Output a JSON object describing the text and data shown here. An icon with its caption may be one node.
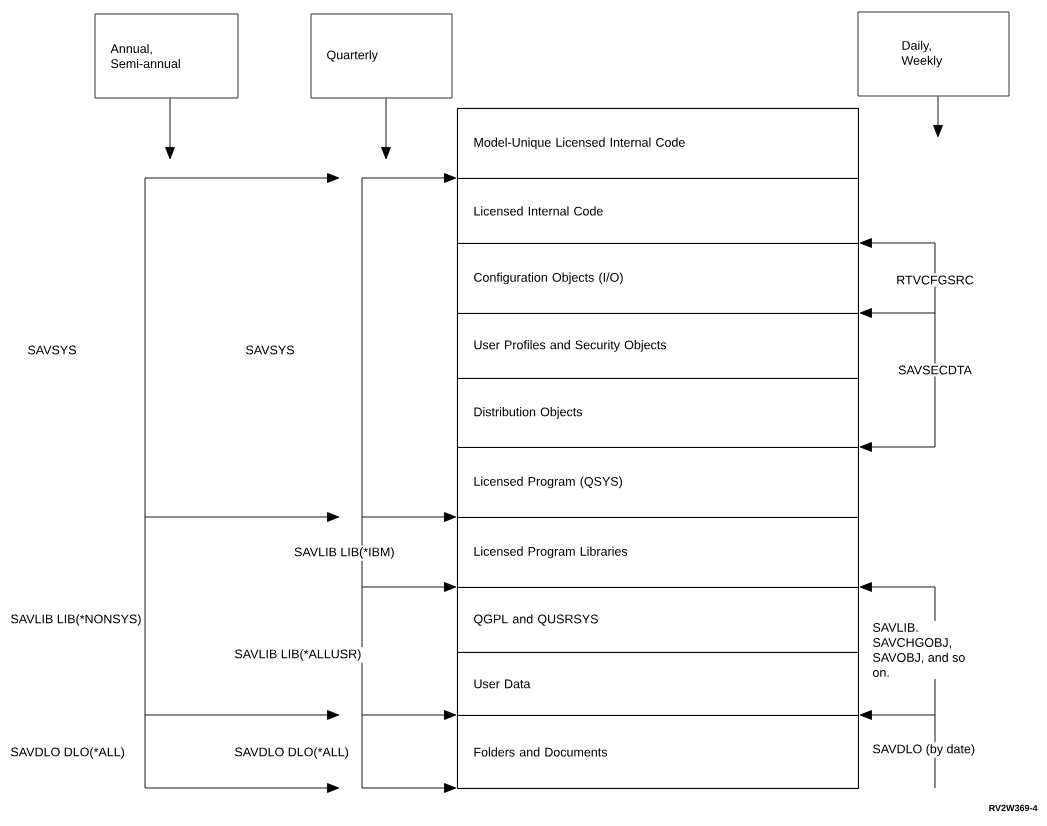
{
  "diagram": {
    "nodes": [
      {
        "text": [
          "Annual, Semi-annual"
        ]
      },
      {
        "text": [
          "Quarterly"
        ]
      },
      {
        "text": [
          "Daily, Weekly"
        ]
      },
      {
        "text": [],
        "shape": "box"
      },
      {
        "text": [
          "Model-Unique Licensed Internal Code"
        ],
        "in": 3
      },
      {
        "text": [
          "Licensed Internal Code"
        ],
        "in": 3
      },
      {
        "text": [
          "Configuration Objects (I/O)"
        ],
        "in": 3
      },
      {
        "text": [
          "User Profiles and Security Objects"
        ],
        "in": 3
      },
      {
        "text": [
          "Distribution Objects"
        ],
        "in": 3
      },
      {
        "text": [
          "Licensed Program (QSYS)"
        ],
        "in": 3
      },
      {
        "text": [
          "Licensed Program Libraries"
        ],
        "in": 3
      },
      {
        "text": [
          "QGPL and QUSRSYS"
        ],
        "in": 3
      },
      {
        "text": [
          "User Data"
        ],
        "in": 3
      },
      {
        "text": [
          "Folders and Documents"
        ],
        "in": 3
      }
    ],
    "edges": [
      {
        "from": 0,
        "to": null,
        "arrow": "to"
      },
      {
        "from": 1,
        "to": null,
        "arrow": "to"
      },
      {
        "from": 2,
        "to": null,
        "arrow": "to"
      },
      {
        "from": null,
        "to": 3,
        "arrow": "to"
      },
      {
        "from": null,
        "to": 3,
        "arrow": "to"
      },
      {
        "from": null,
        "to": 3,
        "arrow": "to"
      },
      {
        "from": null,
        "to": 3,
        "arrow": "to"
      },
      {
        "from": null,
        "to": 3,
        "arrow": "to"
      },
      {
        "from": null,
        "to": 3,
        "arrow": "to"
      },
      {
        "from": null,
        "to": 3,
        "arrow": "to"
      },
      {
        "from": null,
        "to": 3,
        "arrow": "to"
      },
      {
        "from": null,
        "to": 3,
        "arrow": "to"
      },
      {
        "from": null,
        "to": 3,
        "arrow": "to"
      }
    ],
    "labels": [
      "SAVSYS",
      "SAVSYS",
      "RTVCFGSRC",
      "SAVSECDTA",
      "SAVLIB LIB(*IBM)",
      "SAVLIB LIB(*NONSYS)",
      "SAVLIB. SAVCHGOBJ, SAVOBJ, and so on.",
      "SAVLIB LIB(*ALLUSR)",
      "SAVDLO DLO(*ALL)",
      "SAVDLO DLO(*ALL)",
      "SAVDLO (by date)",
      "RV2W369-4"
    ]
  }
}
